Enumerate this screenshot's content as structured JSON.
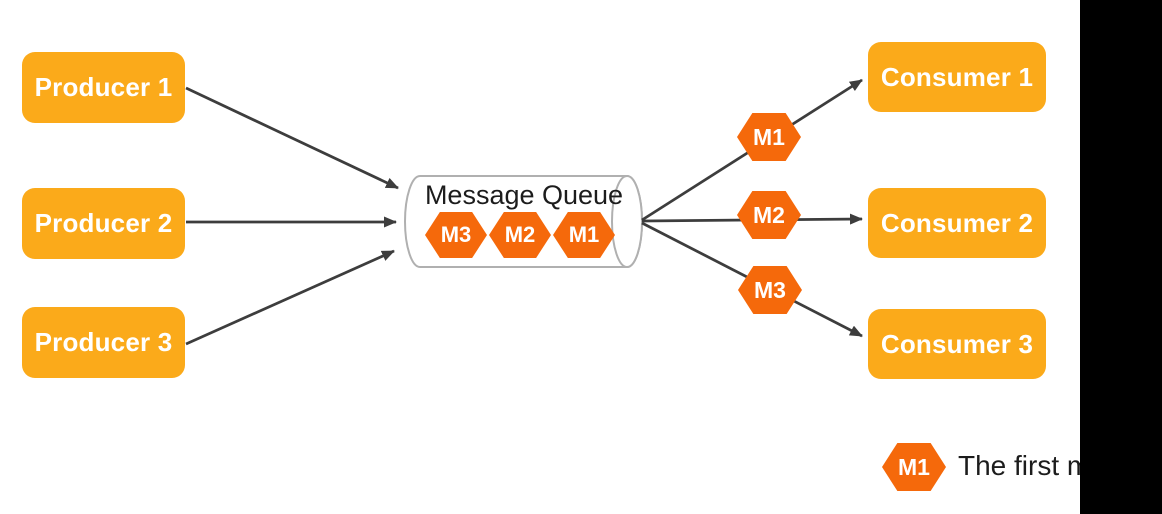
{
  "diagram": {
    "producers": [
      {
        "label": "Producer 1"
      },
      {
        "label": "Producer 2"
      },
      {
        "label": "Producer 3"
      }
    ],
    "consumers": [
      {
        "label": "Consumer 1"
      },
      {
        "label": "Consumer 2"
      },
      {
        "label": "Consumer 3"
      }
    ],
    "queue": {
      "title": "Message Queue",
      "messages": [
        "M3",
        "M2",
        "M1"
      ]
    },
    "in_transit": [
      {
        "label": "M1"
      },
      {
        "label": "M2"
      },
      {
        "label": "M3"
      }
    ],
    "legend": {
      "badge": "M1",
      "text": "The first me"
    }
  },
  "colors": {
    "box": "#fbaa1a",
    "hexagon": "#f5690b",
    "arrow": "#3d3d3d",
    "cylinder_stroke": "#b0b0b0",
    "occluder": "#000000"
  }
}
